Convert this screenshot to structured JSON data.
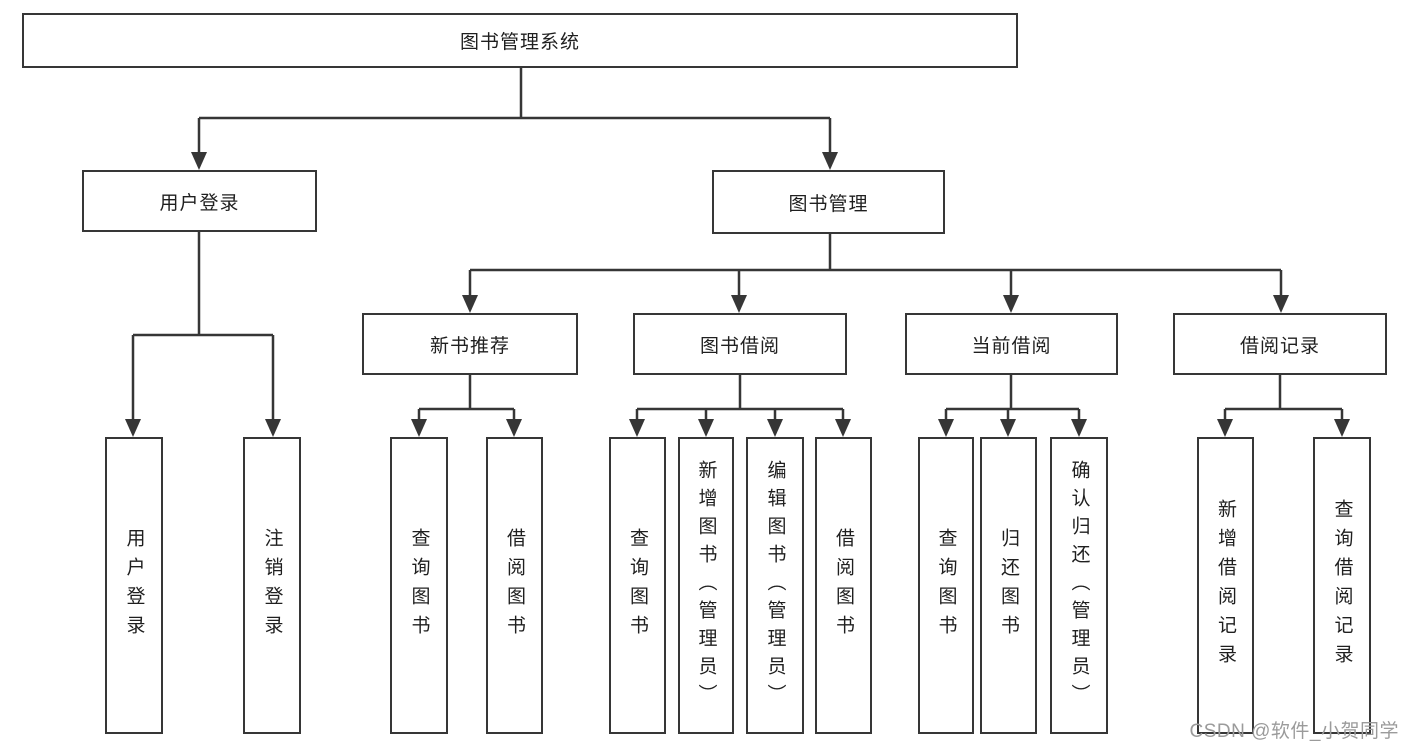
{
  "diagram": {
    "title_node": {
      "label": "图书管理系统"
    },
    "level2": [
      {
        "label": "用户登录"
      },
      {
        "label": "图书管理"
      }
    ],
    "level3": [
      {
        "label": "新书推荐"
      },
      {
        "label": "图书借阅"
      },
      {
        "label": "当前借阅"
      },
      {
        "label": "借阅记录"
      }
    ],
    "leaves": {
      "login": [
        "用户登录",
        "注销登录"
      ],
      "recommend": [
        "查询图书",
        "借阅图书"
      ],
      "borrow": [
        "查询图书",
        "新增图书（管理员）",
        "编辑图书（管理员）",
        "借阅图书"
      ],
      "current": [
        "查询图书",
        "归还图书",
        "确认归还（管理员）"
      ],
      "records": [
        "新增借阅记录",
        "查询借阅记录"
      ]
    },
    "colors": {
      "line": "#363636",
      "box_border": "#363636",
      "text": "#1f1f1f",
      "background": "#ffffff",
      "watermark": "#9b9b9b"
    }
  },
  "watermark": {
    "text": "CSDN @软件_小贺同学"
  }
}
